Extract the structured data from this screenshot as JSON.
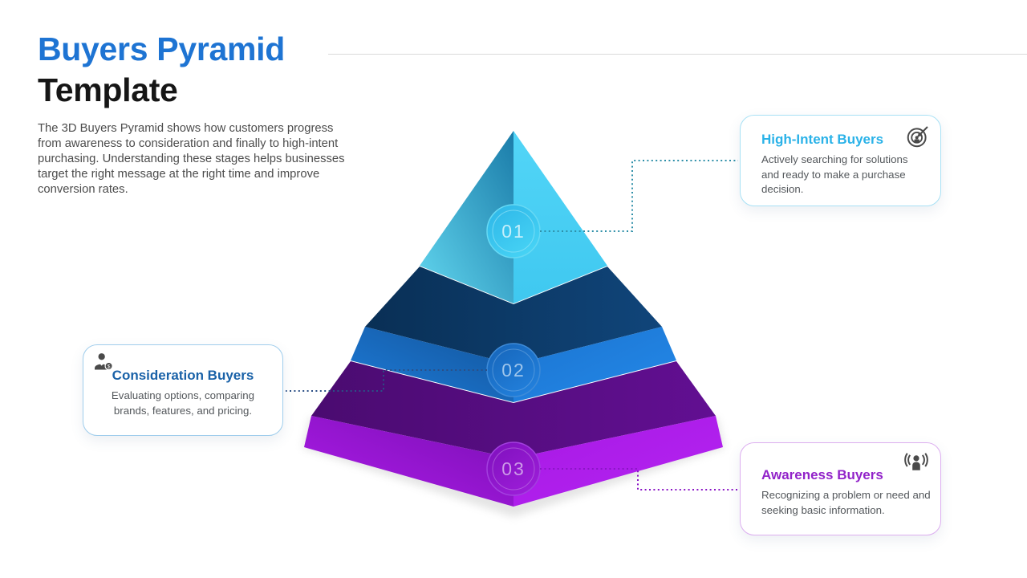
{
  "slide": {
    "title_accent": "Buyers Pyramid",
    "title_rest": "Template",
    "description": "The 3D Buyers Pyramid shows how customers progress from awareness to consideration and finally to high-intent purchasing. Understanding these stages helps businesses target the right message at the right time and improve conversion rates.",
    "title_accent_color": "#1E74D3",
    "background_color": "#FFFFFF"
  },
  "pyramid": {
    "levels": [
      {
        "number": "01",
        "label": "High-Intent Buyers",
        "face_color": "#4ED2F6",
        "shade_color": "#1B7CA9",
        "circle_color": "#30B9E9"
      },
      {
        "number": "02",
        "label": "Consideration Buyers",
        "face_color": "#1E7CD9",
        "shade_color": "#0C3966",
        "circle_color": "#1B6FC9"
      },
      {
        "number": "03",
        "label": "Awareness Buyers",
        "face_color": "#A91BE7",
        "shade_color": "#560D7E",
        "circle_color": "#8E15CF"
      }
    ]
  },
  "callouts": [
    {
      "title": "High-Intent Buyers",
      "body": "Actively searching for solutions and ready to make a purchase decision.",
      "title_color": "#2AB2E8",
      "border_color": "#A8E1F5",
      "icon": "target-arrow-icon",
      "connector_color": "#2E8FA8"
    },
    {
      "title": "Consideration Buyers",
      "body": "Evaluating options, comparing brands, features, and pricing.",
      "title_color": "#1A62A8",
      "border_color": "#9FCDEC",
      "icon": "customer-value-icon",
      "connector_color": "#2B4F86"
    },
    {
      "title": "Awareness Buyers",
      "body": "Recognizing a problem or need and seeking basic information.",
      "title_color": "#9223C9",
      "border_color": "#DCAEF0",
      "icon": "broadcast-person-icon",
      "connector_color": "#8A14C6"
    }
  ]
}
